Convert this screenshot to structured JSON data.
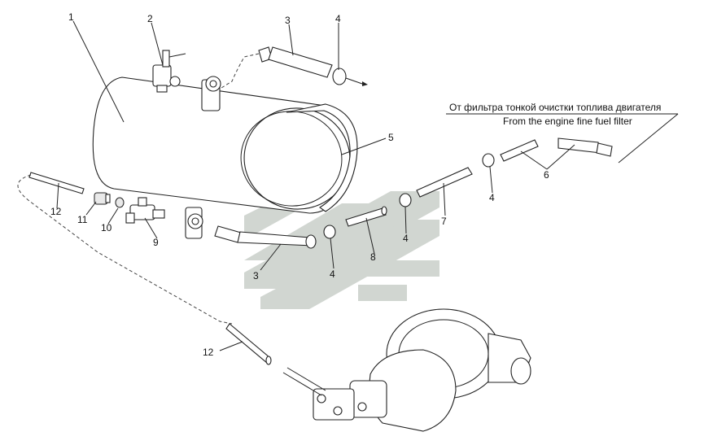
{
  "diagram": {
    "callouts": {
      "c1": "1",
      "c2": "2",
      "c3a": "3",
      "c3b": "3",
      "c4a": "4",
      "c4b": "4",
      "c4c": "4",
      "c4d": "4",
      "c5": "5",
      "c6": "6",
      "c7": "7",
      "c8": "8",
      "c9": "9",
      "c10": "10",
      "c11": "11",
      "c12a": "12",
      "c12b": "12"
    },
    "note_ru": "От фильтра тонкой очистки топлива двигателя",
    "note_en": "From the engine fine fuel filter"
  },
  "colors": {
    "line": "#222222",
    "watermark": "#c9cfc9"
  }
}
